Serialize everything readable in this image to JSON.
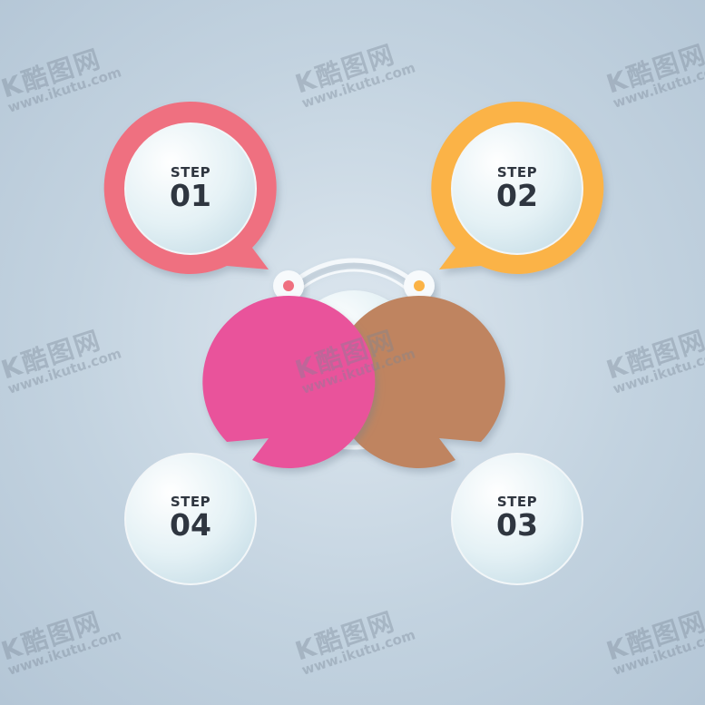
{
  "background": {
    "center": "#dde7ef",
    "edge": "#b4c6d6"
  },
  "center_hub": {
    "ring_color": "#ffffff",
    "disc_color": "#d8ecf2"
  },
  "steps": [
    {
      "label": "STEP",
      "number": "01",
      "color": "#ef7080"
    },
    {
      "label": "STEP",
      "number": "02",
      "color": "#fbb346"
    },
    {
      "label": "STEP",
      "number": "03",
      "color": "#bf8460"
    },
    {
      "label": "STEP",
      "number": "04",
      "color": "#e9539b"
    }
  ],
  "connector_dots": [
    {
      "color": "#ef7080"
    },
    {
      "color": "#fbb346"
    },
    {
      "color": "#bf8460"
    },
    {
      "color": "#e9539b"
    }
  ],
  "watermark": {
    "brand": "K酷图网",
    "url": "www.ikutu.com"
  }
}
